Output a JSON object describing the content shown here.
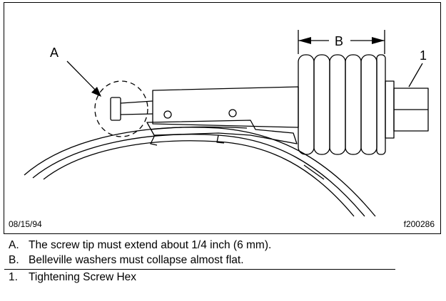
{
  "figure": {
    "date_stamp": "08/15/94",
    "figure_id": "f200286",
    "callouts": {
      "a": "A",
      "b": "B",
      "one": "1"
    }
  },
  "legend": [
    {
      "key": "A.",
      "text": "The screw tip must extend about 1/4 inch (6 mm)."
    },
    {
      "key": "B.",
      "text": "Belleville washers must collapse almost flat."
    },
    {
      "key": "1.",
      "text": "Tightening Screw Hex"
    }
  ],
  "colors": {
    "ink": "#000000",
    "background": "#ffffff"
  }
}
